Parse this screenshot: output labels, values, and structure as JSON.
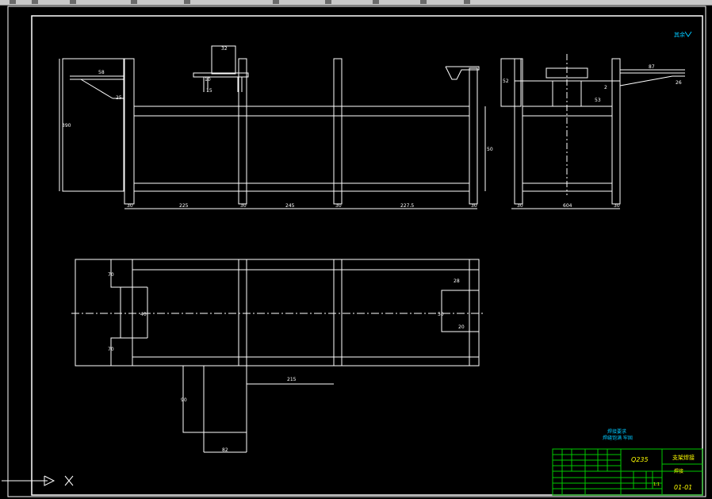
{
  "app": {
    "type": "CAD drawing viewer"
  },
  "colors": {
    "background": "#000000",
    "lines": "#ffffff",
    "dimensions": "#ffffff",
    "title_block_grid": "#00c800",
    "title_block_text": "#ffff00",
    "notes_text": "#00c8ff",
    "toolbar": "#c8c8c8"
  },
  "front_view": {
    "dims": {
      "d225": "225",
      "d245": "245",
      "d2275": "227.5",
      "d30a": "30",
      "d30b": "30",
      "d30c": "30",
      "d30d": "30",
      "d390": "390",
      "d50": "50",
      "d32": "32",
      "d10": "10",
      "d58": "58",
      "d25": "25",
      "d15": "15"
    }
  },
  "side_view": {
    "dims": {
      "d604": "604",
      "d30a": "30",
      "d30b": "30",
      "d87": "87",
      "d26": "26",
      "d52": "52",
      "d53": "53",
      "d2": "2"
    }
  },
  "plan_view": {
    "dims": {
      "d70a": "70",
      "d70b": "70",
      "d40": "40",
      "d50": "50",
      "d28": "28",
      "d20": "20",
      "d215": "215",
      "d90": "90",
      "d82": "82"
    }
  },
  "notes": {
    "line1": "焊接要求",
    "line2": "焊缝饱满 牢固"
  },
  "roughness_mark": "其余",
  "title_block": {
    "material": "Q235",
    "part_name": "支架焊接",
    "drawing_no": "01-01",
    "company": "焊接",
    "scale": "1:1"
  }
}
